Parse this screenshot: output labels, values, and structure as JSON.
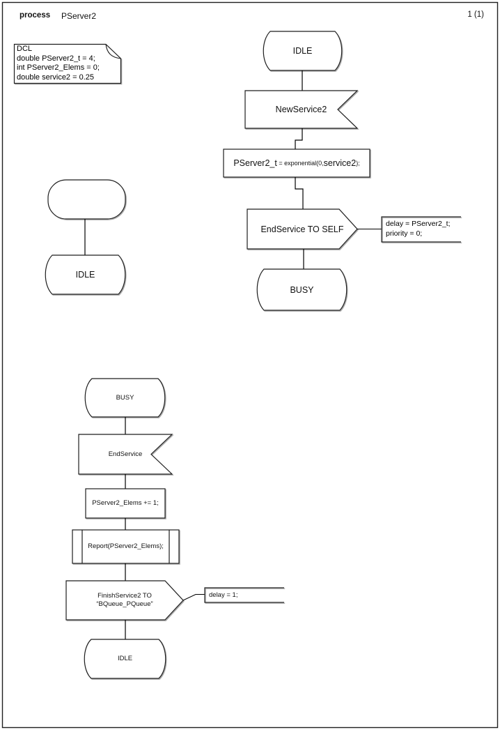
{
  "header": {
    "kind_label": "process",
    "name": "PServer2",
    "page_number": "1 (1)"
  },
  "declarations": {
    "lines": [
      "DCL",
      "double PServer2_t = 4;",
      "int PServer2_Elems = 0;",
      "double service2 = 0.25"
    ]
  },
  "main_flow": {
    "state_idle": "IDLE",
    "input_signal": "NewService2",
    "task_parts": {
      "part1": "PServer2_t",
      "part2": " = exponential(0,",
      "part3": "service2",
      "part4": ");"
    },
    "output_signal": "EndService TO SELF",
    "comment": {
      "line1": "delay = PServer2_t;",
      "line2": "priority = 0;"
    },
    "state_busy": "BUSY"
  },
  "start_flow": {
    "state_idle": "IDLE"
  },
  "end_flow": {
    "state_busy": "BUSY",
    "input_signal": "EndService",
    "task_text": "PServer2_Elems += 1;",
    "procedure_text": "Report(PServer2_Elems);",
    "output_signal": {
      "line1": "FinishService2 TO",
      "line2": "“BQueue_PQueue”"
    },
    "comment": "delay = 1;",
    "state_idle": "IDLE"
  },
  "colors": {
    "stroke": "#1f1f1f",
    "shadow": "#9a9a9a",
    "background": "#ffffff"
  }
}
